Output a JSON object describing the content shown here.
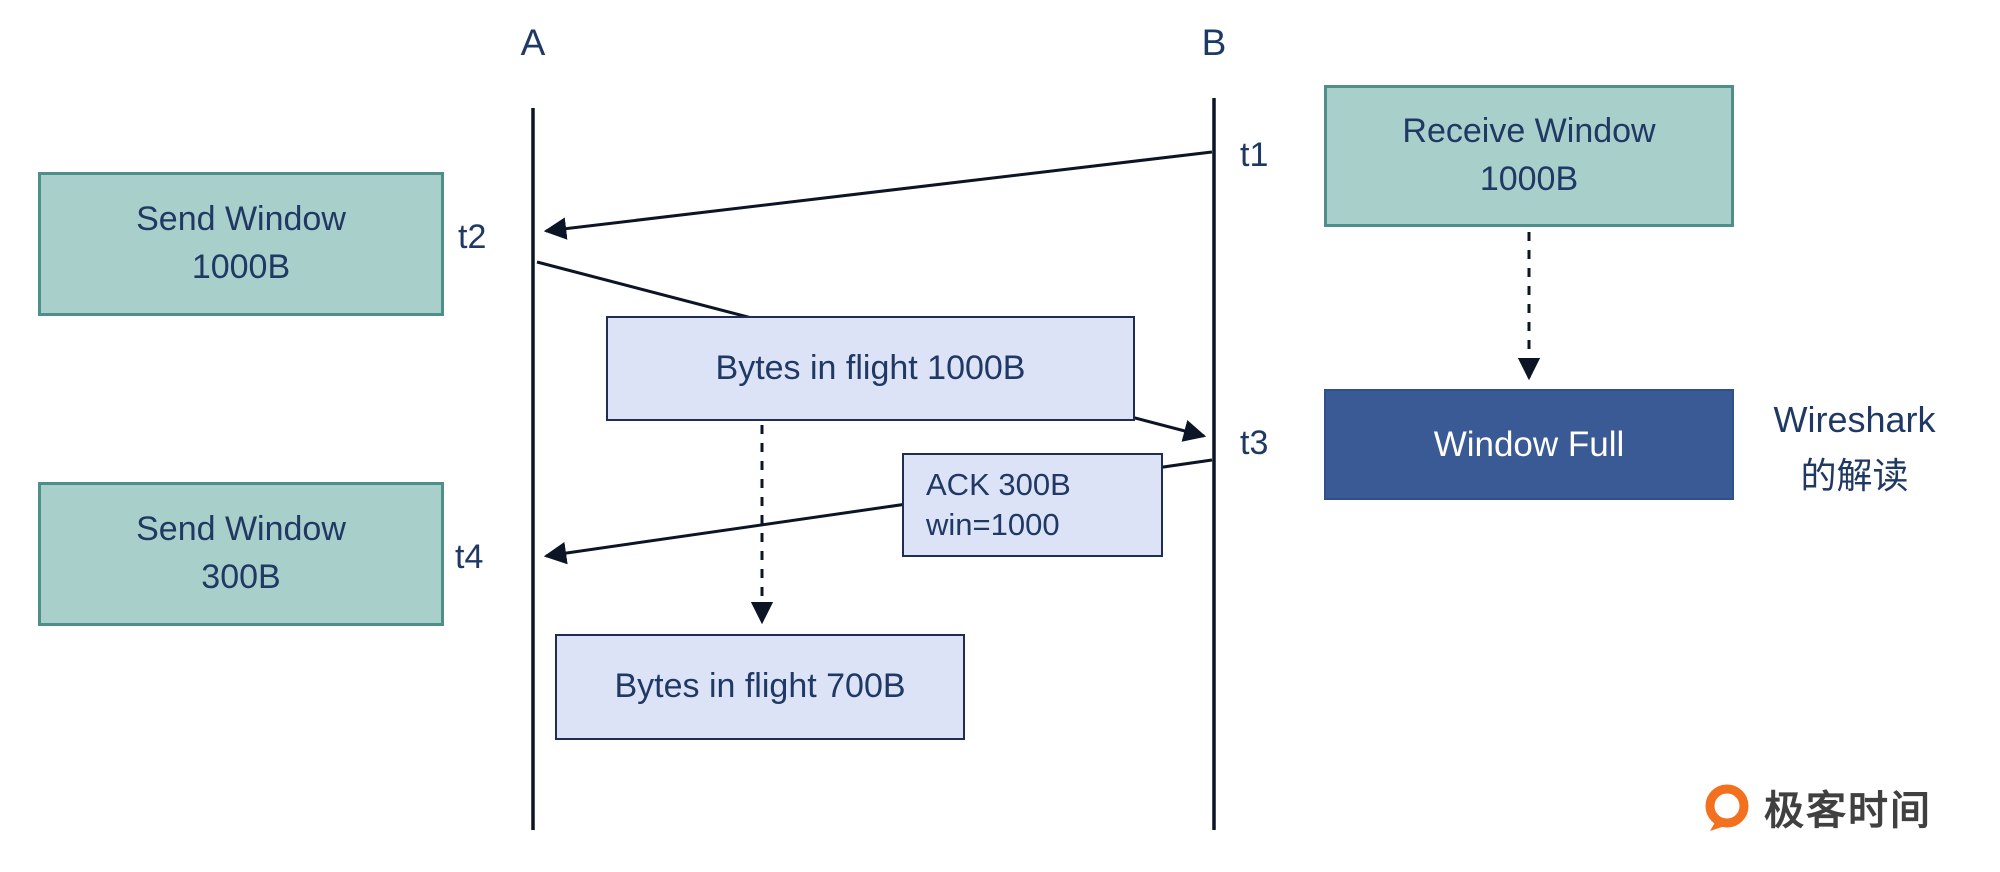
{
  "diagram": {
    "lifeline_a_label": "A",
    "lifeline_b_label": "B",
    "time_labels": {
      "t1": "t1",
      "t2": "t2",
      "t3": "t3",
      "t4": "t4"
    },
    "send_window_1000": {
      "line1": "Send Window",
      "line2": "1000B"
    },
    "send_window_300": {
      "line1": "Send Window",
      "line2": "300B"
    },
    "receive_window_1000": {
      "line1": "Receive Window",
      "line2": "1000B"
    },
    "window_full_label": "Window Full",
    "bytes_in_flight_1000_label": "Bytes in flight 1000B",
    "ack_box": {
      "line1": "ACK 300B",
      "line2": "win=1000"
    },
    "bytes_in_flight_700_label": "Bytes in flight 700B",
    "wireshark_note": {
      "line1": "Wireshark",
      "line2": "的解读"
    },
    "colors": {
      "teal_fill": "#a9cfcb",
      "teal_border": "#4f8f8b",
      "lavender_fill": "#dce3f6",
      "lavender_border": "#1f2d50",
      "dark_blue_fill": "#3a5a96",
      "dark_blue_border": "#2f5089",
      "text_navy": "#203864",
      "line_color": "#0c1526",
      "logo_orange": "#f3701f"
    },
    "branding": {
      "logo_text": "极客时间"
    }
  }
}
